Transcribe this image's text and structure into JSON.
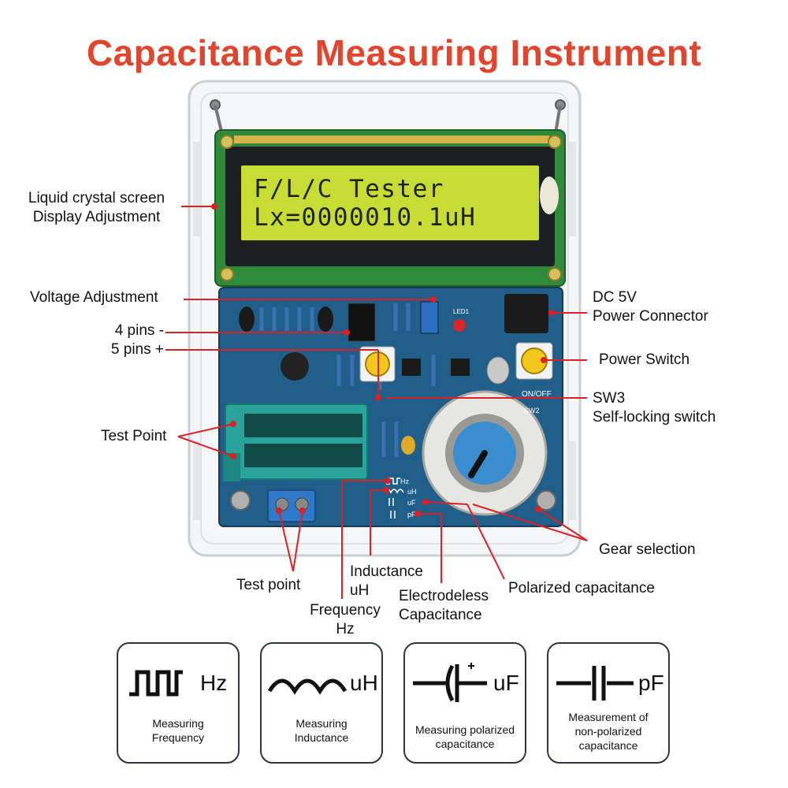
{
  "title": "Capacitance Measuring Instrument",
  "colors": {
    "title": "#e2452e",
    "pcb": "#1f5f8a",
    "lcd_bg": "#c8dc36",
    "lcd_bezel": "#1d1f20",
    "leader": "#d92126",
    "knob": "#3a8ed0",
    "card_border": "#2c3442"
  },
  "lcd": {
    "line1": "F/L/C Tester",
    "line2": "Lx=0000010.1uH"
  },
  "labels": {
    "lcd_adjust_line1": "Liquid crystal screen",
    "lcd_adjust_line2": "Display Adjustment",
    "voltage_adjustment": "Voltage Adjustment",
    "pins_line1": "4 pins -",
    "pins_line2": "5 pins +",
    "test_point": "Test Point",
    "test_point_lower": "Test point",
    "dc_line1": "DC 5V",
    "dc_line2": "Power Connector",
    "power_switch": "Power Switch",
    "sw3_line1": "SW3",
    "sw3_line2": "Self-locking switch",
    "gear_selection": "Gear selection",
    "polarized_capacitance": "Polarized capacitance",
    "inductance_line1": "Inductance",
    "inductance_line2": "uH",
    "electrodeless_line1": "Electrodeless",
    "electrodeless_line2": "Capacitance",
    "frequency_line1": "Frequency",
    "frequency_line2": "Hz"
  },
  "board": {
    "mode_hz": "Hz",
    "mode_uh": "uH",
    "mode_uf": "uF",
    "mode_pf": "pF",
    "sw2": "SW2",
    "on_off": "ON/OFF",
    "led": "LED1"
  },
  "cards": [
    {
      "icon": "square-wave-icon",
      "unit": "Hz",
      "caption": [
        "Measuring",
        "Frequency"
      ]
    },
    {
      "icon": "inductor-coil-icon",
      "unit": "uH",
      "caption": [
        "Measuring",
        "Inductance"
      ]
    },
    {
      "icon": "polarized-capacitor-icon",
      "unit": "uF",
      "caption": [
        "Measuring polarized",
        "capacitance"
      ]
    },
    {
      "icon": "capacitor-icon",
      "unit": "pF",
      "caption": [
        "Measurement of",
        "non-polarized",
        "capacitance"
      ]
    }
  ]
}
